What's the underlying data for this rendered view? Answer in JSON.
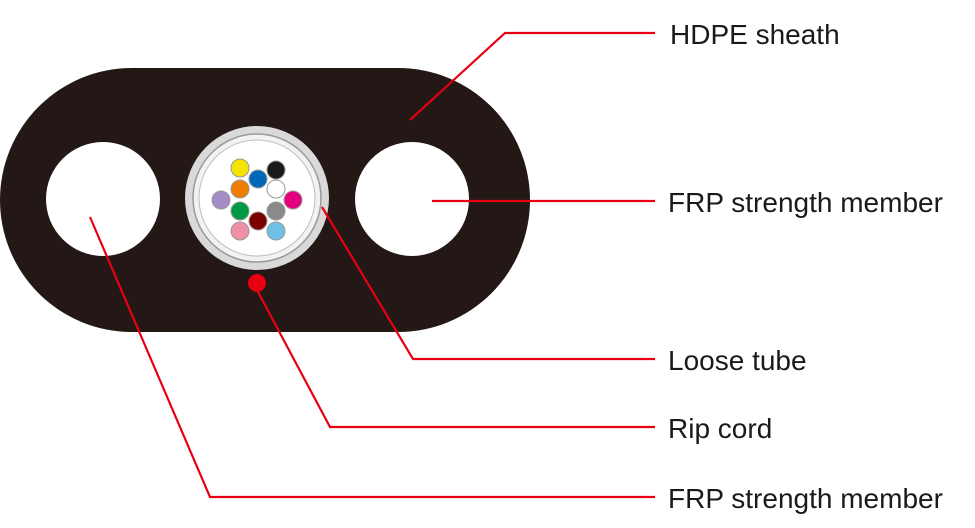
{
  "diagram": {
    "labels": {
      "hdpe_sheath": "HDPE sheath",
      "frp_strength_member_right": "FRP strength member",
      "loose_tube": "Loose tube",
      "rip_cord": "Rip cord",
      "frp_strength_member_left": "FRP strength member"
    },
    "colors": {
      "sheath": "#231815",
      "leader_line": "#e60012",
      "rip_cord": "#e60012",
      "tube_outer": "#d9d9d9",
      "tube_inner": "#ffffff",
      "background": "#ffffff"
    },
    "fibers": [
      {
        "color": "#f5e400"
      },
      {
        "color": "#1a1a1a"
      },
      {
        "color": "#ef7d00"
      },
      {
        "color": "#0068b7"
      },
      {
        "color": "#ffffff"
      },
      {
        "color": "#a48bc4"
      },
      {
        "color": "#e4007f"
      },
      {
        "color": "#009944"
      },
      {
        "color": "#8a8a8a"
      },
      {
        "color": "#7d0000"
      },
      {
        "color": "#f08fa8"
      },
      {
        "color": "#6ec1e4"
      }
    ]
  }
}
